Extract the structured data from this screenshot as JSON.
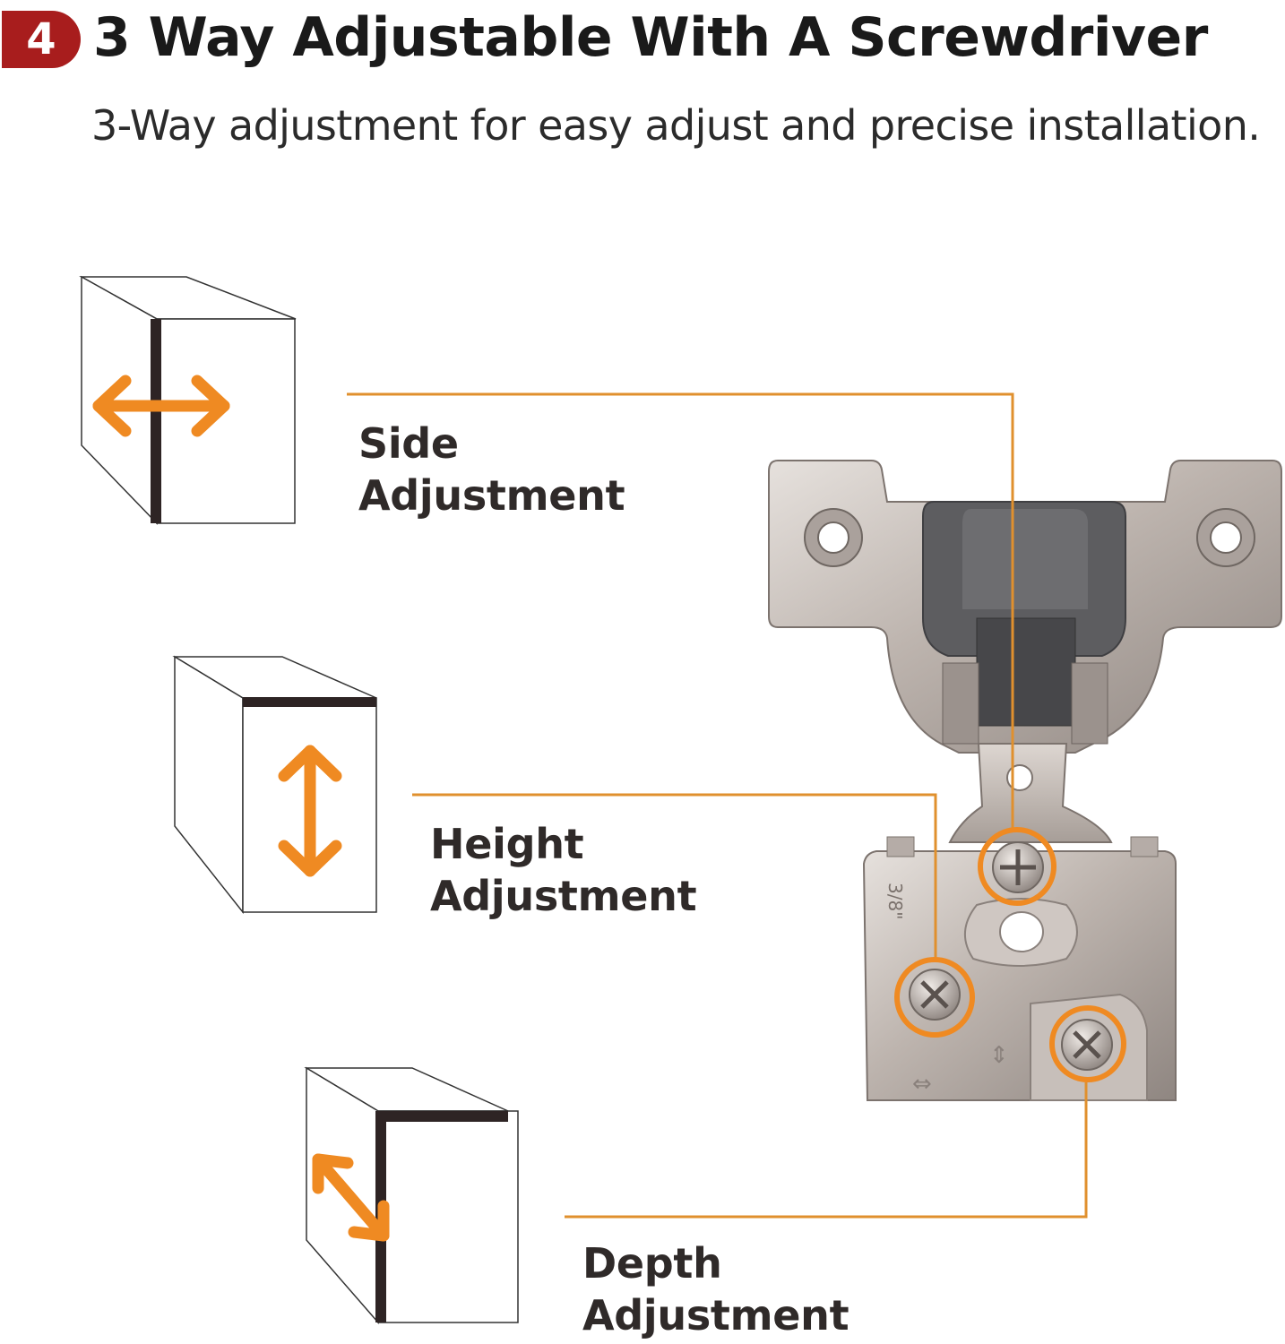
{
  "header": {
    "step_number": "4",
    "title": "3 Way Adjustable With A Screwdriver",
    "subtitle": "3-Way adjustment for easy adjust and precise installation."
  },
  "adjustments": [
    {
      "line1": "Side",
      "line2": "Adjustment"
    },
    {
      "line1": "Height",
      "line2": "Adjustment"
    },
    {
      "line1": "Depth",
      "line2": "Adjustment"
    }
  ],
  "hinge": {
    "size_marking": "3/8\""
  },
  "colors": {
    "badge": "#a81d1d",
    "accent_orange": "#ef8a22",
    "leader_line": "#e0902e",
    "box_edge": "#2e2424",
    "hinge_metal": "#c9c1bc",
    "hinge_plastic": "#5d5d60"
  }
}
